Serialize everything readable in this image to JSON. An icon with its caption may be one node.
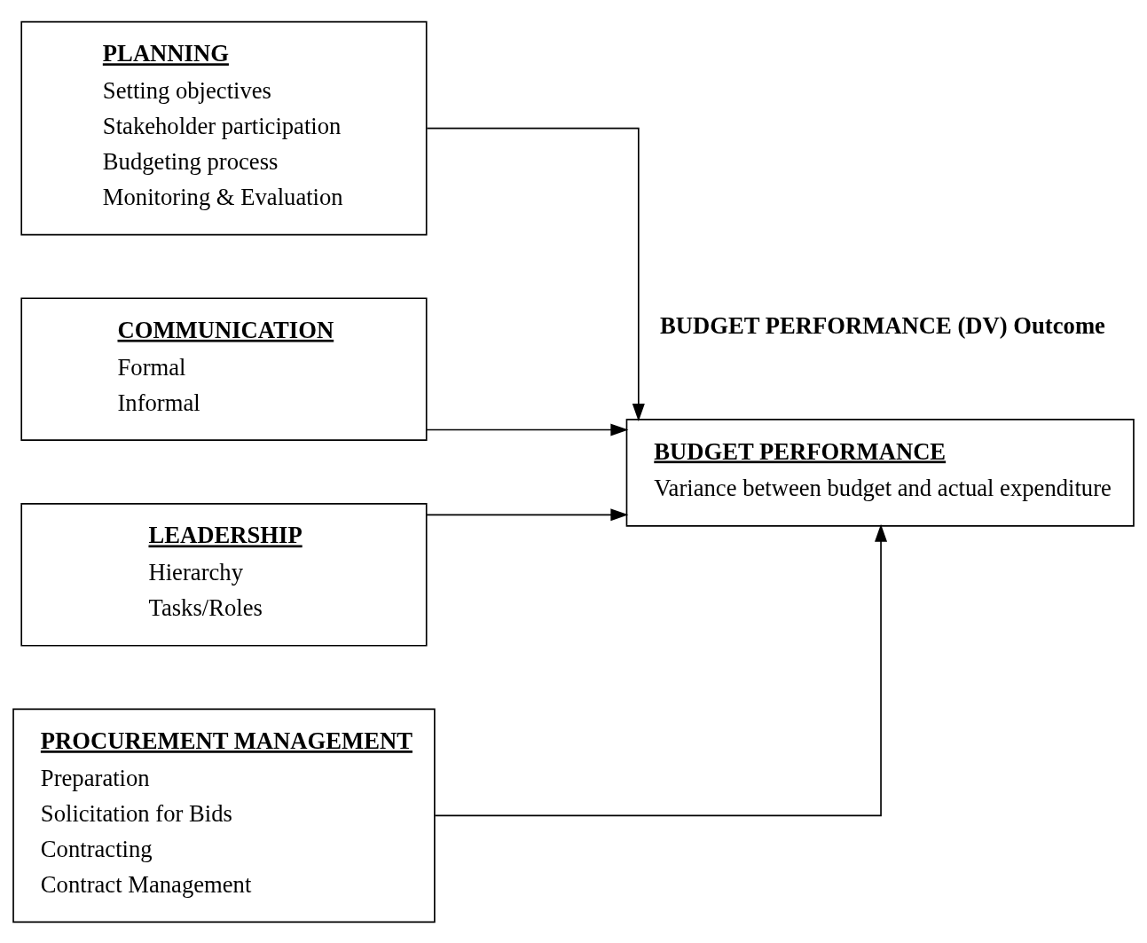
{
  "diagram": {
    "nodes": [
      {
        "text": [
          "PLANNING",
          "Setting objectives",
          "Stakeholder participation",
          "Budgeting process",
          "Monitoring & Evaluation"
        ]
      },
      {
        "text": [
          "COMMUNICATION",
          "Formal",
          "Informal"
        ]
      },
      {
        "text": [
          "LEADERSHIP",
          "Hierarchy",
          "Tasks/Roles"
        ]
      },
      {
        "text": [
          "PROCUREMENT MANAGEMENT",
          "Preparation",
          "Solicitation for Bids",
          "Contracting",
          "Contract Management"
        ]
      },
      {
        "text": [
          "BUDGET PERFORMANCE",
          "Variance between budget and actual expenditure"
        ]
      }
    ],
    "edges": [
      {
        "from": 0,
        "to": 4,
        "arrow": "to"
      },
      {
        "from": 1,
        "to": 4,
        "arrow": "to"
      },
      {
        "from": 2,
        "to": 4,
        "arrow": "to"
      },
      {
        "from": 3,
        "to": 4,
        "arrow": "to"
      }
    ],
    "labels": [
      "BUDGET PERFORMANCE (DV) Outcome"
    ]
  }
}
